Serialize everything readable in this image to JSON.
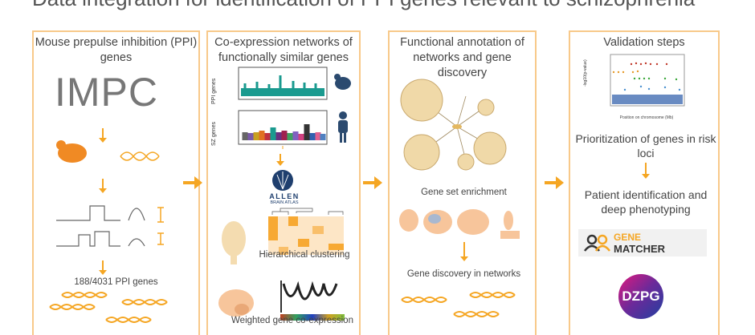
{
  "title": "Data integration for identification of PPI genes relevant to schizophrenia",
  "panels": [
    {
      "heading": "Mouse prepulse inhibition (PPI) genes",
      "logo": "IMPC",
      "result": "188/4031 PPI genes"
    },
    {
      "heading": "Co-expression networks of functionally similar genes",
      "plot1_label": "PPI genes",
      "plot2_label": "SZ genes",
      "atlas_line1": "ALLEN",
      "atlas_line2": "BRAIN ATLAS",
      "clustering": "Hierarchical clustering",
      "wgcna": "Weighted gene co-expression"
    },
    {
      "heading": "Functional annotation of networks and gene discovery",
      "enrichment": "Gene set enrichment",
      "discovery": "Gene discovery in networks"
    },
    {
      "heading": "Validation steps",
      "plot_ylabel": "-log10(p-value)",
      "plot_xlabel": "Position on chromosome (Mb)",
      "prioritization": "Prioritization of genes in risk loci",
      "patient": "Patient identification and deep phenotyping",
      "genematcher_1": "GENE",
      "genematcher_2": "MATCHER",
      "dzpg": "DZPG"
    }
  ],
  "colors": {
    "accent": "#f5a623",
    "border": "#f8c98a",
    "teal": "#1a9a8f",
    "navy": "#1f3f6e"
  }
}
